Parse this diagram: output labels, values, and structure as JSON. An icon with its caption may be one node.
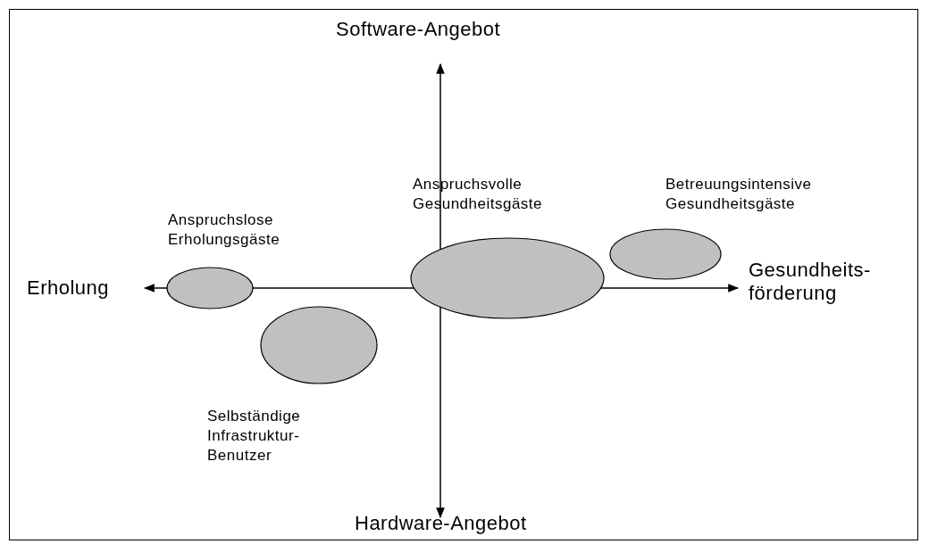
{
  "diagram": {
    "nodes": [
      {
        "text": [
          "Anspruchsvolle Gesundheitsgäste"
        ]
      },
      {
        "text": [
          "Betreuungsintensive Gesundheitsgäste"
        ]
      },
      {
        "text": [
          "Anspruchslose Erholungsgäste"
        ]
      },
      {
        "text": [
          "Selbständige Infrastruktur- Benutzer"
        ]
      }
    ],
    "edges": [],
    "labels": [
      "Software-Angebot",
      "Erholung",
      "Gesundheits- förderung",
      "Hardware-Angebot"
    ]
  }
}
